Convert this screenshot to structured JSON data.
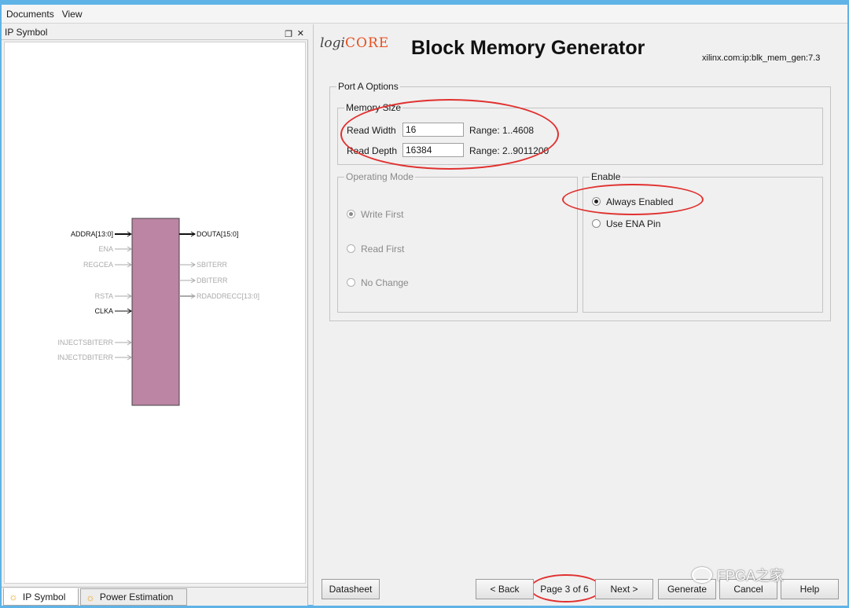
{
  "menu": [
    "Documents",
    "View"
  ],
  "left_panel": {
    "title": "IP Symbol",
    "restore_glyph": "❐",
    "close_glyph": "✕",
    "symbol": {
      "block_color": "#bb85a3",
      "left_ports": [
        {
          "label": "ADDRA[13:0]",
          "active": true,
          "bus": true
        },
        {
          "label": "ENA",
          "active": false,
          "bus": false
        },
        {
          "label": "REGCEA",
          "active": false,
          "bus": false
        },
        {
          "label": "RSTA",
          "active": false,
          "bus": false
        },
        {
          "label": "CLKA",
          "active": true,
          "bus": false
        },
        {
          "label": "INJECTSBITERR",
          "active": false,
          "bus": false
        },
        {
          "label": "INJECTDBITERR",
          "active": false,
          "bus": false
        }
      ],
      "right_ports": [
        {
          "label": "DOUTA[15:0]",
          "active": true,
          "bus": true
        },
        {
          "label": "SBITERR",
          "active": false,
          "bus": false
        },
        {
          "label": "DBITERR",
          "active": false,
          "bus": false
        },
        {
          "label": "RDADDRECC[13:0]",
          "active": false,
          "bus": true
        }
      ]
    },
    "tabs": [
      {
        "label": "IP Symbol",
        "icon": "lightbulb-icon",
        "active": true
      },
      {
        "label": "Power Estimation",
        "icon": "lightbulb-icon",
        "active": false
      }
    ]
  },
  "right_panel": {
    "logo_prefix": "logi",
    "logo_core": "CORE",
    "title": "Block Memory Generator",
    "vlnv": "xilinx.com:ip:blk_mem_gen:7.3",
    "port_a": {
      "legend": "Port A Options",
      "memory_size": {
        "legend": "Memory Size",
        "read_width_label": "Read Width",
        "read_width_value": "16",
        "read_width_range": "Range: 1..4608",
        "read_depth_label": "Read Depth",
        "read_depth_value": "16384",
        "read_depth_range": "Range: 2..9011200"
      },
      "operating_mode": {
        "legend": "Operating Mode",
        "enabled": false,
        "options": [
          {
            "label": "Write First",
            "checked": true
          },
          {
            "label": "Read First",
            "checked": false
          },
          {
            "label": "No Change",
            "checked": false
          }
        ]
      },
      "enable": {
        "legend": "Enable",
        "options": [
          {
            "label": "Always Enabled",
            "checked": true
          },
          {
            "label": "Use ENA Pin",
            "checked": false
          }
        ]
      }
    },
    "buttons": {
      "datasheet": "Datasheet",
      "back": "< Back",
      "page": "Page 3 of 6",
      "next": "Next >",
      "generate": "Generate",
      "cancel": "Cancel",
      "help": "Help"
    },
    "annotation_color": "#e0312f"
  },
  "watermark": "FPGA之家"
}
